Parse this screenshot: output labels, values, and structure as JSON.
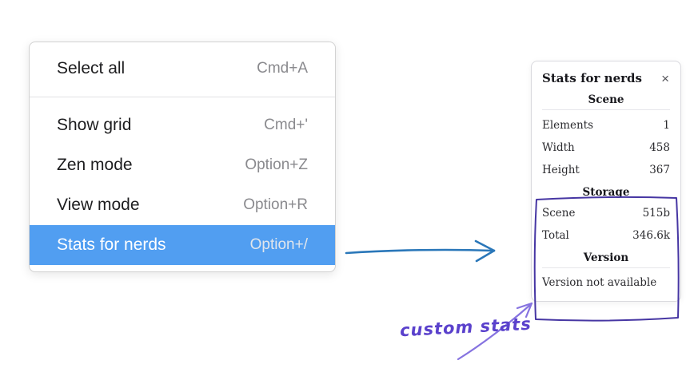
{
  "menu": {
    "items": [
      {
        "label": "Select all",
        "shortcut": "Cmd+A",
        "selected": false
      },
      {
        "label": "Show grid",
        "shortcut": "Cmd+'",
        "selected": false
      },
      {
        "label": "Zen mode",
        "shortcut": "Option+Z",
        "selected": false
      },
      {
        "label": "View mode",
        "shortcut": "Option+R",
        "selected": false
      },
      {
        "label": "Stats for nerds",
        "shortcut": "Option+/",
        "selected": true
      }
    ]
  },
  "stats": {
    "title": "Stats for nerds",
    "close_glyph": "×",
    "sections": [
      {
        "heading": "Scene",
        "rows": [
          {
            "label": "Elements",
            "value": "1"
          },
          {
            "label": "Width",
            "value": "458"
          },
          {
            "label": "Height",
            "value": "367"
          }
        ]
      },
      {
        "heading": "Storage",
        "rows": [
          {
            "label": "Scene",
            "value": "515b"
          },
          {
            "label": "Total",
            "value": "346.6k"
          }
        ]
      },
      {
        "heading": "Version",
        "rows": [],
        "note": "Version not available"
      }
    ]
  },
  "annotation": {
    "label": "custom stats"
  },
  "colors": {
    "selected_menu_bg": "#519ef1",
    "flow_arrow": "#2a77b9",
    "annotation_purple": "#7a63dd",
    "highlight_box_purple": "#4636a3"
  }
}
